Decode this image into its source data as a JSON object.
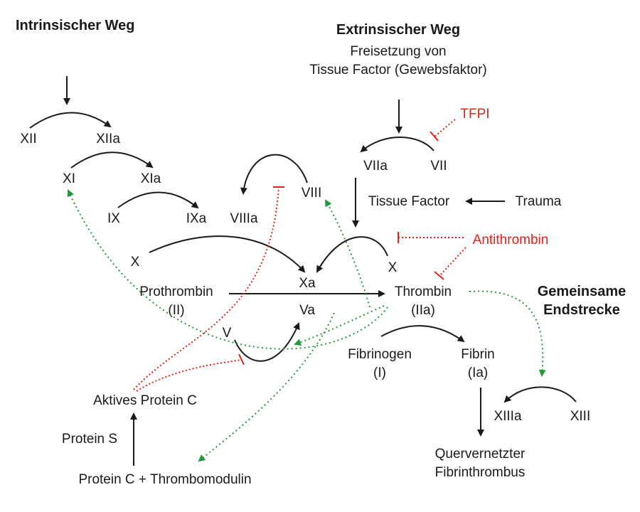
{
  "headings": {
    "intrinsic": "Intrinsischer Weg",
    "extrinsic": "Extrinsischer Weg",
    "common_line1": "Gemeinsame",
    "common_line2": "Endstrecke"
  },
  "extrinsic_trigger": {
    "line1": "Freisetzung von",
    "line2": "Tissue Factor (Gewebsfaktor)"
  },
  "factors": {
    "xii": "XII",
    "xiia": "XIIa",
    "xi": "XI",
    "xia": "XIa",
    "ix": "IX",
    "ixa": "IXa",
    "viiia": "VIIIa",
    "viii": "VIII",
    "x_left": "X",
    "xa": "Xa",
    "prothrombin": "Prothrombin",
    "prothrombin_num": "(II)",
    "va": "Va",
    "v": "V",
    "viia": "VIIa",
    "vii": "VII",
    "tissue_factor": "Tissue Factor",
    "trauma": "Trauma",
    "x_right": "X",
    "thrombin": "Thrombin",
    "thrombin_num": "(IIa)",
    "fibrinogen": "Fibrinogen",
    "fibrinogen_num": "(I)",
    "fibrin": "Fibrin",
    "fibrin_num": "(Ia)",
    "xiiia": "XIIIa",
    "xiii": "XIII",
    "crosslinked_line1": "Quervernetzter",
    "crosslinked_line2": "Fibrinthrombus"
  },
  "regulators": {
    "tfpi": "TFPI",
    "antithrombin": "Antithrombin",
    "active_protein_c": "Aktives Protein C",
    "protein_s": "Protein S",
    "protein_c_tm": "Protein C + Thrombomodulin"
  },
  "colors": {
    "text": "#1a1a1a",
    "inhibitor": "#e2231a",
    "activation": "#1f9a3a"
  }
}
